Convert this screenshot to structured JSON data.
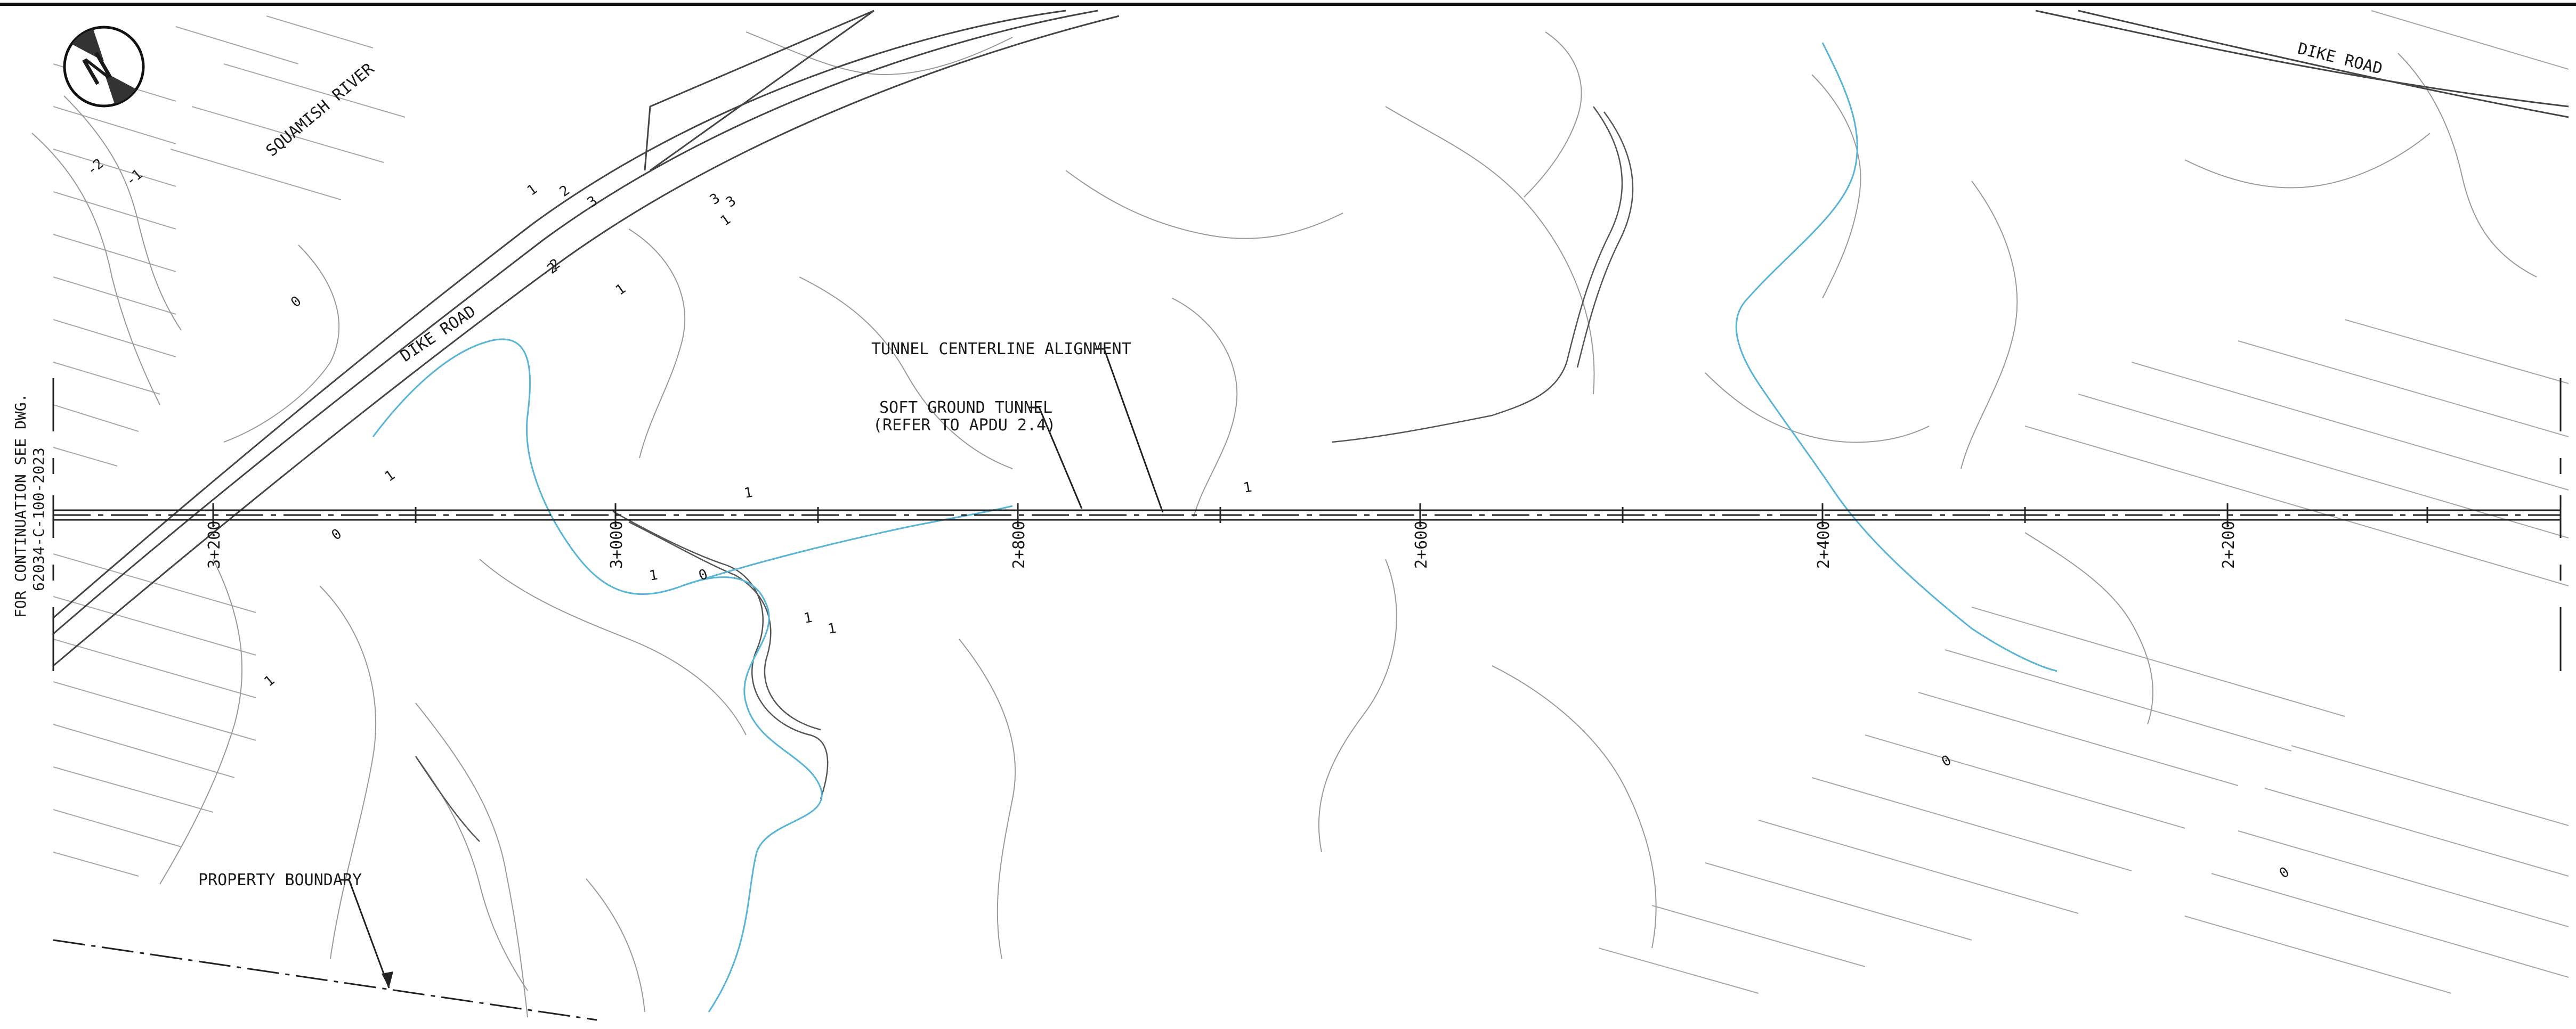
{
  "drawing": {
    "continuation_left": [
      "FOR CONTINUATION SEE DWG.",
      "62034-C-100-2023"
    ],
    "north_arrow_letter": "N",
    "labels": {
      "river": "SQUAMISH RIVER",
      "dike_road_left": "DIKE ROAD",
      "dike_road_right": "DIKE ROAD",
      "tunnel_centerline": "TUNNEL CENTERLINE ALIGNMENT",
      "soft_ground_line1": "SOFT GROUND TUNNEL",
      "soft_ground_line2": "(REFER TO APDU 2.4)",
      "property_boundary": "PROPERTY BOUNDARY"
    },
    "stations": [
      "3+200",
      "3+000",
      "2+800",
      "2+600",
      "2+400",
      "2+200"
    ],
    "contour_labels": [
      "-2",
      "-1",
      "0",
      "1",
      "2",
      "3",
      "1",
      "2",
      "3",
      "3",
      "1",
      "2",
      "1",
      "1",
      "1",
      "1",
      "0",
      "1",
      "0",
      "1",
      "1",
      "0",
      "0",
      "1"
    ],
    "colors": {
      "line": "#222222",
      "contour": "#9a9a9a",
      "creek": "#5ab4d6",
      "background": "#ffffff"
    }
  }
}
